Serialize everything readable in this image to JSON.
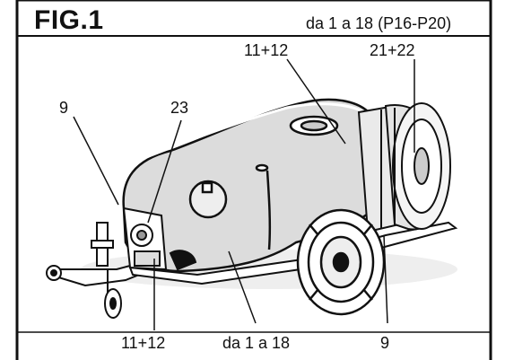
{
  "figure": {
    "title": "FIG.1",
    "subtitle": "da 1 a 18 (P16-P20)"
  },
  "callouts": {
    "top_center": "11+12",
    "top_right": "21+22",
    "left_top": "9",
    "left_mid": "23",
    "bottom_left": "11+12",
    "bottom_mid": "da 1 a 18",
    "bottom_right": "9"
  },
  "colors": {
    "ink": "#111111",
    "tank_shade": "#d9d9d9",
    "background": "#ffffff"
  }
}
